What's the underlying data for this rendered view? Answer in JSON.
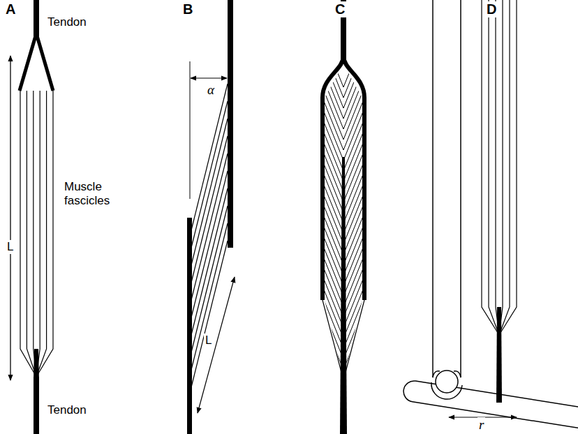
{
  "diagram": {
    "labels": [
      "A",
      "B",
      "C",
      "D",
      "Tendon",
      "Muscle fascicles",
      "L",
      "Tendon",
      "α",
      "L",
      "r"
    ]
  }
}
